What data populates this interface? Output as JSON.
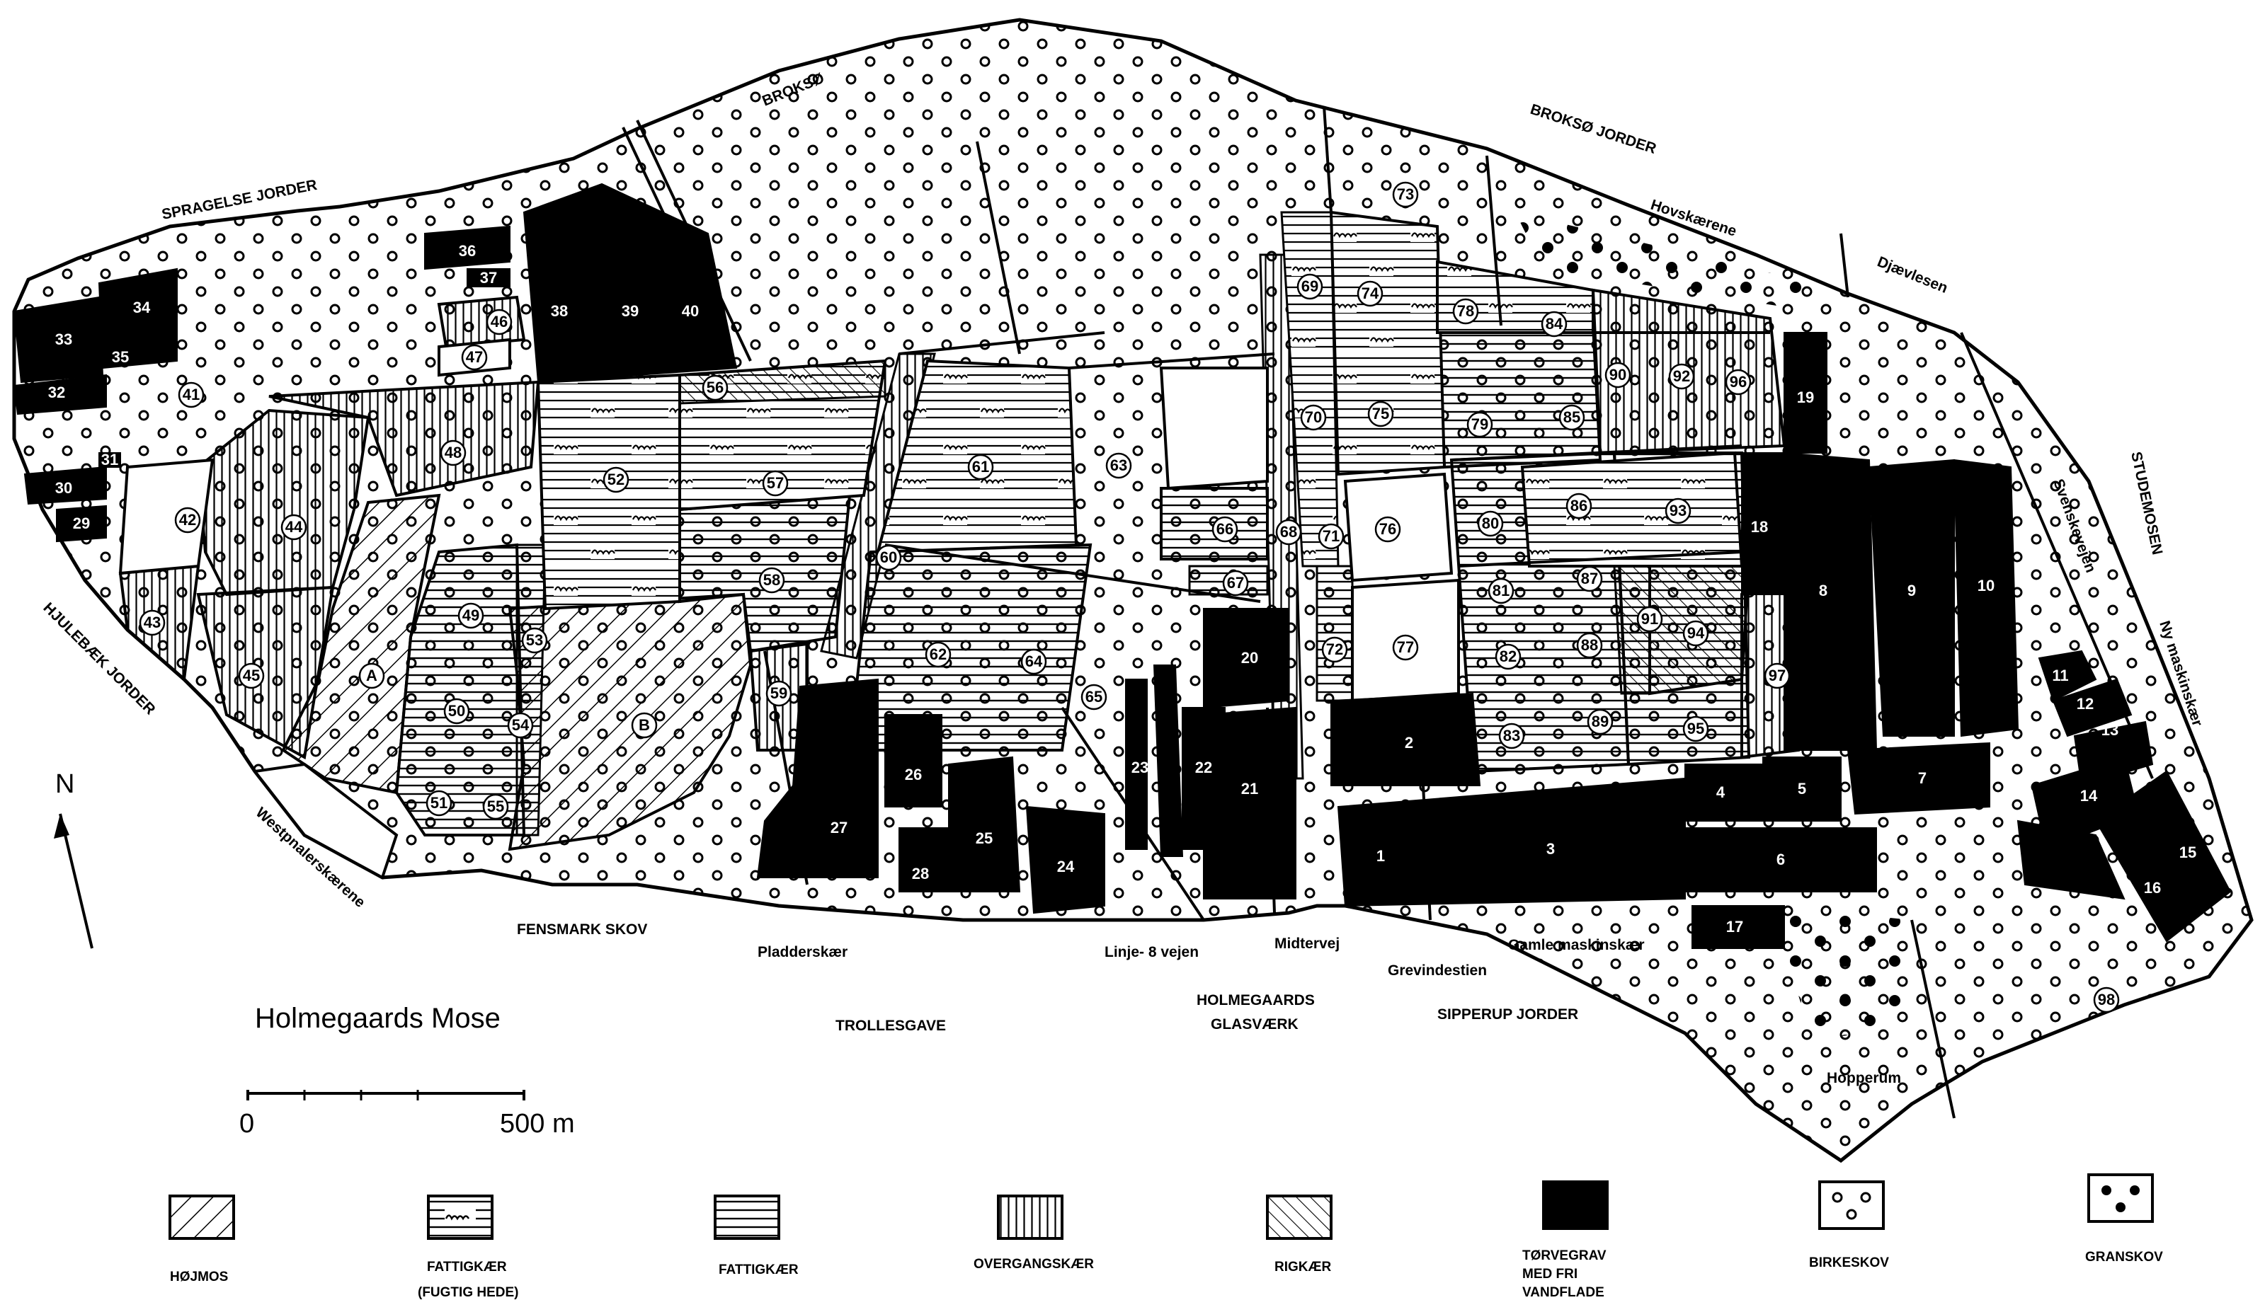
{
  "map": {
    "title": "Holmegaards Mose",
    "north_label": "N",
    "scale": {
      "start": "0",
      "end": "500 m"
    },
    "place_names": {
      "sprogelse": "SPRAGELSE JORDER",
      "brokso": "BROKSØ",
      "brokso_jorder": "BROKSØ JORDER",
      "hovskaerene": "Hovskærene",
      "djaevlesen": "Djævlesen",
      "studemosen": "STUDEMOSEN",
      "svenskevejen": "Svenskevejen",
      "ny_maskinskaer": "Ny maskinskær",
      "hjulebaek": "HJULEBÆK JORDER",
      "westpnalerskaerene": "Westpnalerskærene",
      "fensmark_skov": "FENSMARK SKOV",
      "pladderskaer": "Pladderskær",
      "linje_vejen": "Linje- 8 vejen",
      "midtervej": "Midtervej",
      "grevindestien": "Grevindestien",
      "gamle_maskinskaer": "Gamle maskinskær",
      "trollesgave": "TROLLESGAVE",
      "holmegaards_1": "HOLMEGAARDS",
      "holmegaards_2": "GLASVÆRK",
      "sipperup": "SIPPERUP JORDER",
      "hopperum": "Hopperum"
    },
    "parcel_labels": {
      "p1": "1",
      "p2": "2",
      "p3": "3",
      "p4": "4",
      "p5": "5",
      "p6": "6",
      "p7": "7",
      "p8": "8",
      "p9": "9",
      "p10": "10",
      "p11": "11",
      "p12": "12",
      "p13": "13",
      "p14": "14",
      "p15": "15",
      "p16": "16",
      "p17": "17",
      "p18": "18",
      "p19": "19",
      "p20": "20",
      "p21": "21",
      "p22": "22",
      "p23": "23",
      "p24": "24",
      "p25": "25",
      "p26": "26",
      "p27": "27",
      "p28": "28",
      "p29": "29",
      "p30": "30",
      "p31": "31",
      "p32": "32",
      "p33": "33",
      "p34": "34",
      "p35": "35",
      "p36": "36",
      "p37": "37",
      "p38": "38",
      "p39": "39",
      "p40": "40",
      "p41": "41",
      "p42": "42",
      "p43": "43",
      "p44": "44",
      "p45": "45",
      "p46": "46",
      "p47": "47",
      "p48": "48",
      "p49": "49",
      "p50": "50",
      "p51": "51",
      "p52": "52",
      "p53": "53",
      "p54": "54",
      "p55": "55",
      "p56": "56",
      "p57": "57",
      "p58": "58",
      "p59": "59",
      "p60": "60",
      "p61": "61",
      "p62": "62",
      "p63": "63",
      "p64": "64",
      "p65": "65",
      "p66": "66",
      "p67": "67",
      "p68": "68",
      "p69": "69",
      "p70": "70",
      "p71": "71",
      "p72": "72",
      "p73": "73",
      "p74": "74",
      "p75": "75",
      "p76": "76",
      "p77": "77",
      "p78": "78",
      "p79": "79",
      "p80": "80",
      "p81": "81",
      "p82": "82",
      "p83": "83",
      "p84": "84",
      "p85": "85",
      "p86": "86",
      "p87": "87",
      "p88": "88",
      "p89": "89",
      "p90": "90",
      "p91": "91",
      "p92": "92",
      "p93": "93",
      "p94": "94",
      "p95": "95",
      "p96": "96",
      "p97": "97",
      "p98": "98",
      "pA": "A",
      "pB": "B"
    }
  },
  "legend": {
    "hojmose": "HØJMOS",
    "fattigkaer_fugtig_1": "FATTIGKÆR",
    "fattigkaer_fugtig_2": "(FUGTIG HEDE)",
    "fattigkaer": "FATTIGKÆR",
    "overgangskaer": "OVERGANGSKÆR",
    "rigkaer": "RIGKÆR",
    "torvegrav_1": "TØRVEGRAV",
    "torvegrav_2": "MED  FRI",
    "torvegrav_3": "VANDFLADE",
    "birkeskov": "BIRKESKOV",
    "granskov": "GRANSKOV"
  }
}
